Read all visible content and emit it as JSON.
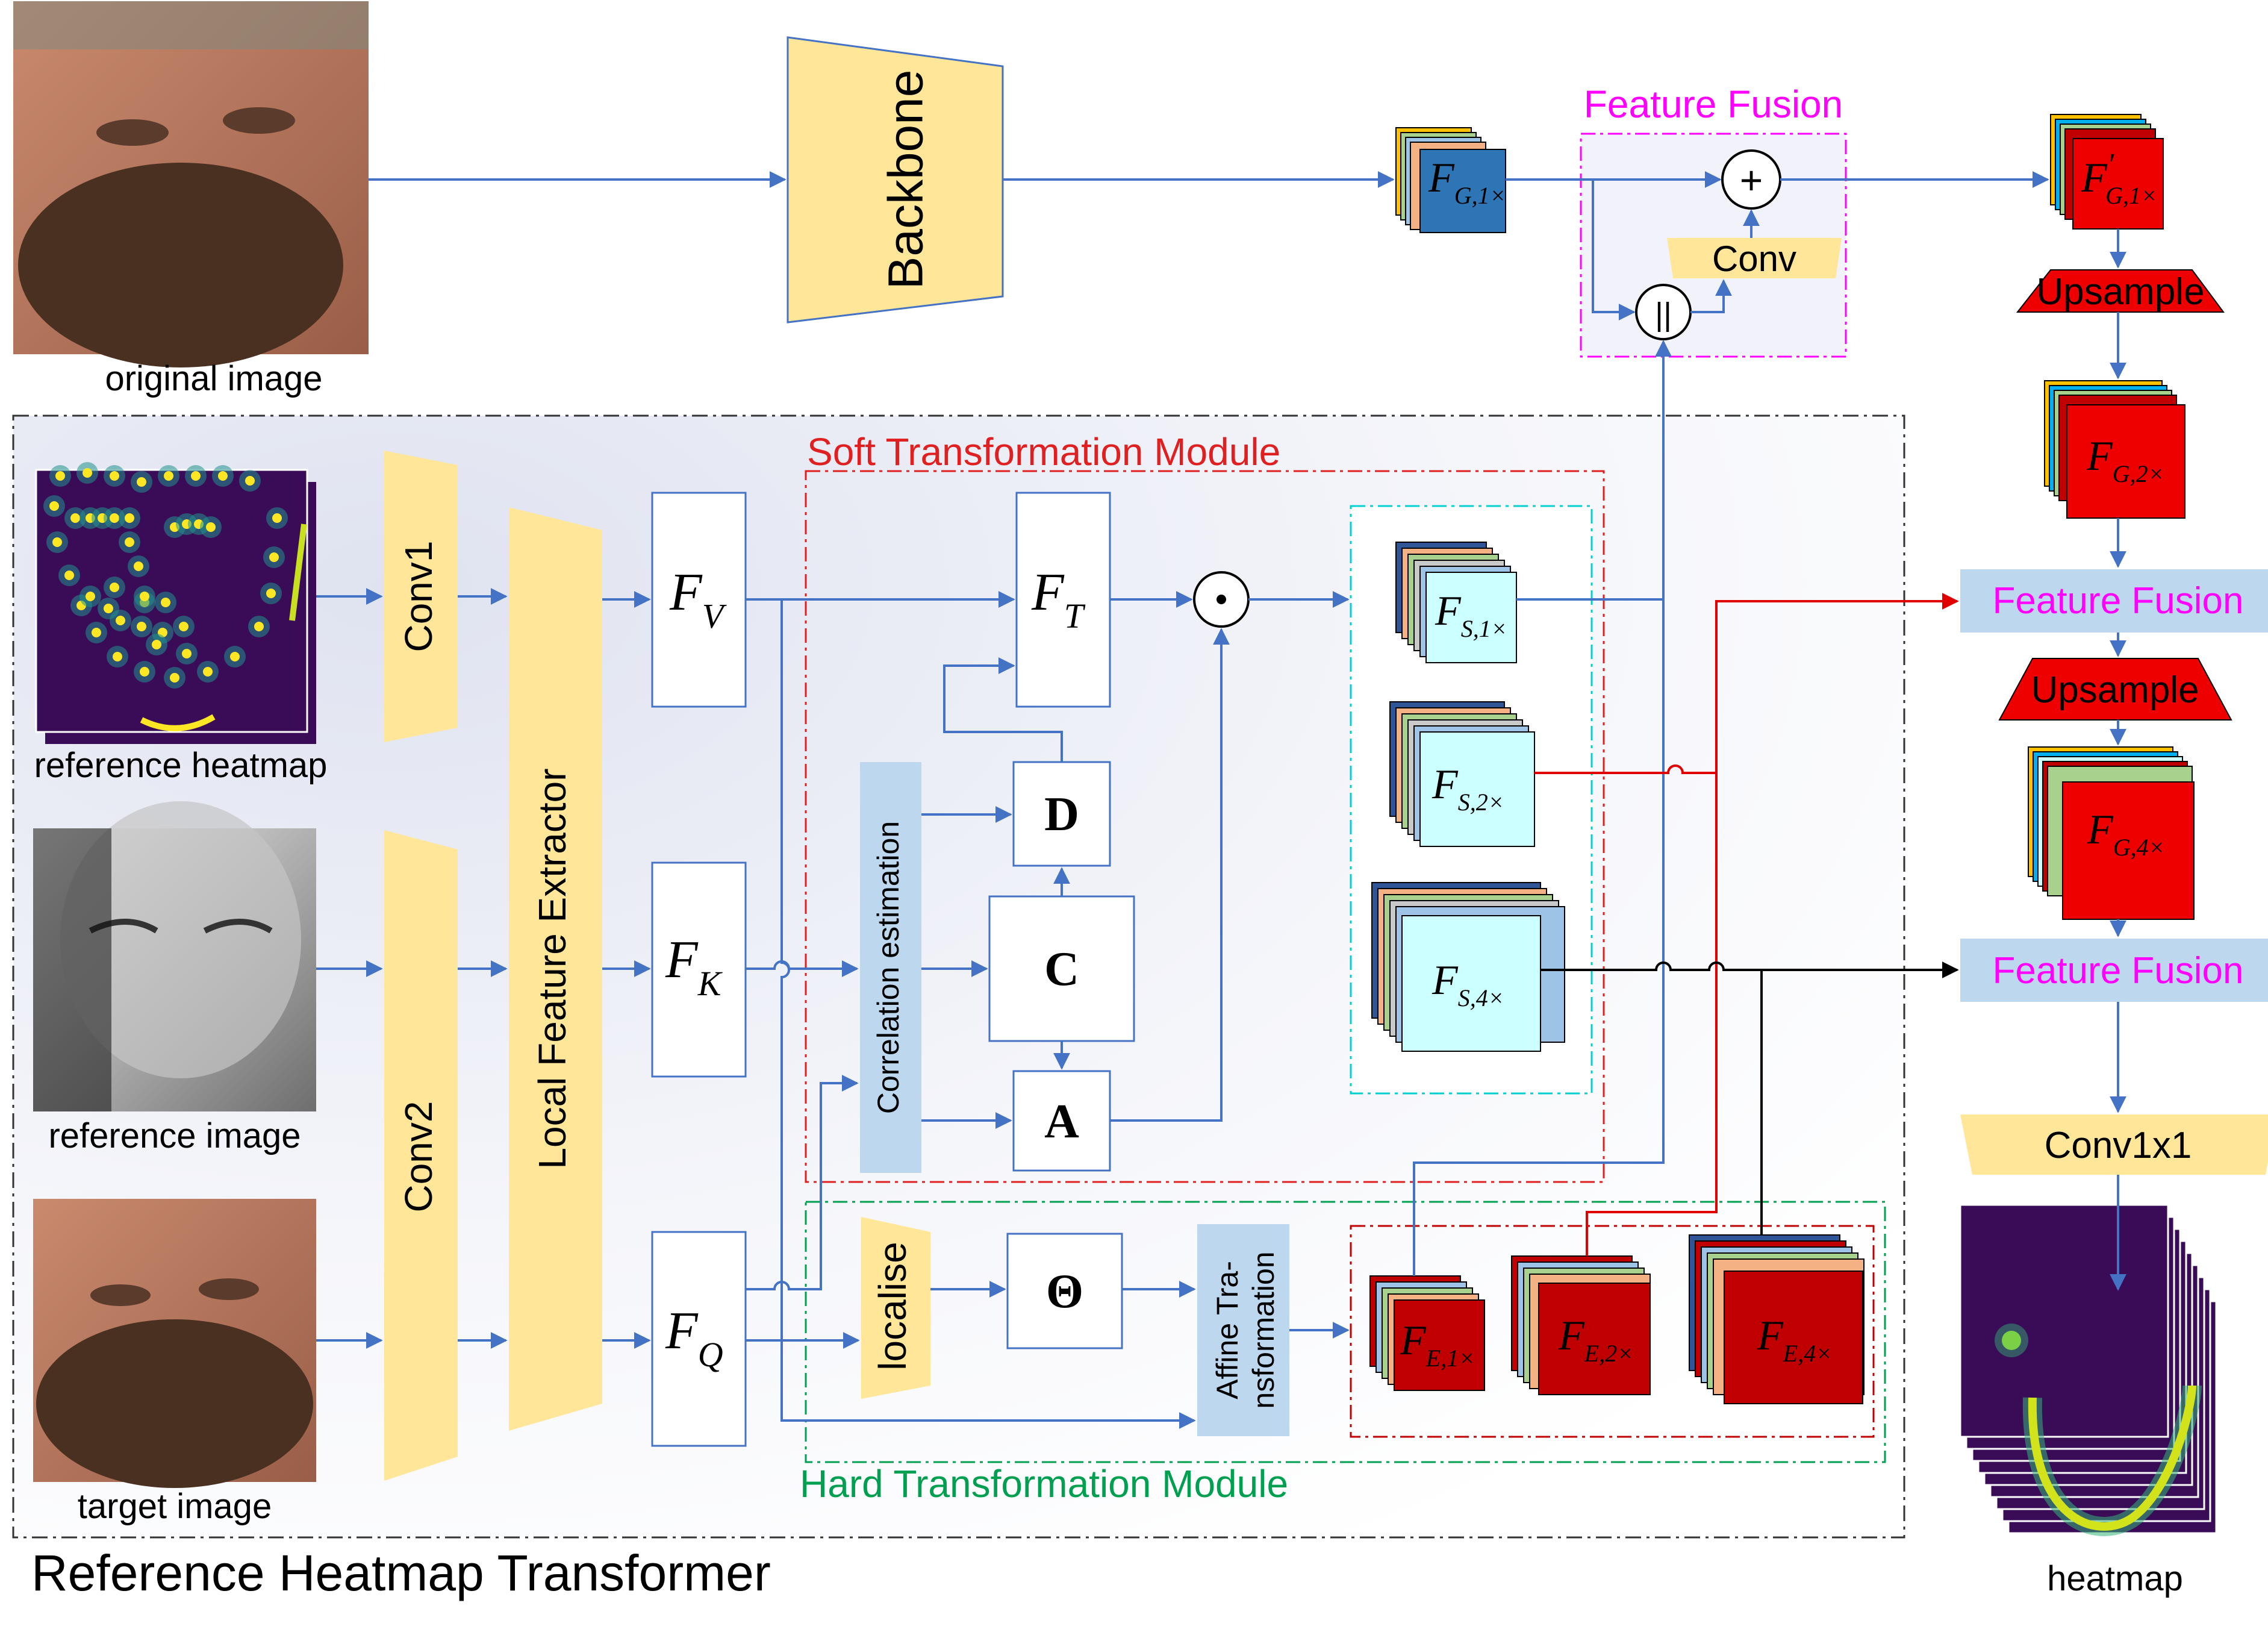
{
  "title": "Reference Heatmap Transformer",
  "inputs": {
    "original": "original image",
    "ref_heatmap": "reference heatmap",
    "ref_image": "reference image",
    "target": "target image"
  },
  "output": "heatmap",
  "modules": {
    "backbone": "Backbone",
    "conv1": "Conv1",
    "conv2": "Conv2",
    "lfe": "Local Feature Extractor",
    "corr": "Correlation estimation",
    "localise": "localise",
    "affine_1": "Affine Tra-",
    "affine_2": "nsformation",
    "conv": "Conv",
    "upsample": "Upsample",
    "feature_fusion": "Feature Fusion",
    "conv1x1": "Conv1x1"
  },
  "section_titles": {
    "stm": "Soft Transformation Module",
    "htm": "Hard Transformation Module"
  },
  "letters": {
    "d": "D",
    "c": "C",
    "a": "A",
    "theta": "Θ"
  },
  "feat": {
    "F": "F",
    "V": "V",
    "K": "K",
    "Q": "Q",
    "T": "T",
    "g1": "G,1×",
    "g2": "G,2×",
    "g4": "G,4×",
    "s1": "S,1×",
    "s2": "S,2×",
    "s4": "S,4×",
    "e1": "E,1×",
    "e2": "E,2×",
    "e4": "E,4×",
    "prime": "′"
  },
  "ops": {
    "add": "+",
    "concat": "||",
    "mul": "⊙"
  },
  "colors": {
    "arrow": "#4472c4",
    "red_line": "#e00000",
    "black_line": "#000000",
    "module_fill": "#ffe699",
    "module_blue": "#bdd7ee",
    "upsample": "#ee0000",
    "feat_red": "#ee0000",
    "feat_dark_red": "#c00000",
    "feat_cyan": "#ccffff",
    "feat_navy": "#2f5597",
    "magenta": "#ff00ff",
    "stm_red": "#e02020",
    "htm_green": "#00a050",
    "cyan_border": "#00d0d0"
  }
}
